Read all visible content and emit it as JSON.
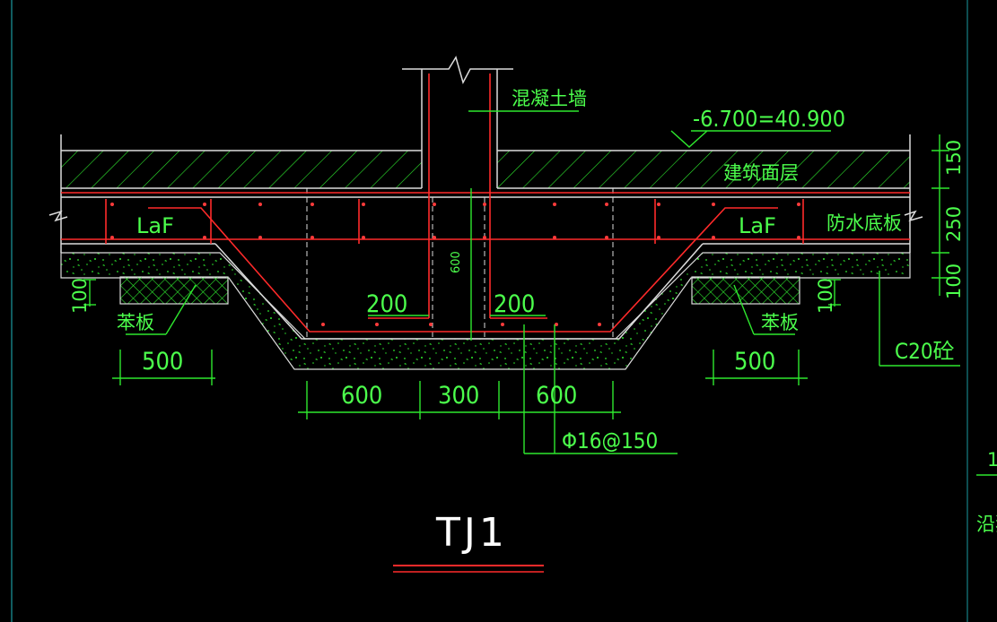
{
  "drawing": {
    "title": "TJ1",
    "labels": {
      "concrete_wall": "混凝土墙",
      "elevation": "-6.700=40.900",
      "floor_finish": "建筑面层",
      "waterproof_slab": "防水底板",
      "laf_left": "LaF",
      "laf_right": "LaF",
      "brick_left": "苯板",
      "brick_right": "苯板",
      "bedding": "C20砼",
      "rebar": "Φ16@150",
      "edge_1": "1",
      "edge_2": "沿独"
    },
    "dims": {
      "layer_150": "150",
      "layer_250": "250",
      "layer_100_right": "100",
      "depth_600": "600",
      "cover_left": "200",
      "cover_right": "200",
      "pad_100_left": "100",
      "pad_100_right": "100",
      "width_500_left": "500",
      "width_500_right": "500",
      "bottom_600_left": "600",
      "bottom_300": "300",
      "bottom_600_right": "600"
    }
  }
}
